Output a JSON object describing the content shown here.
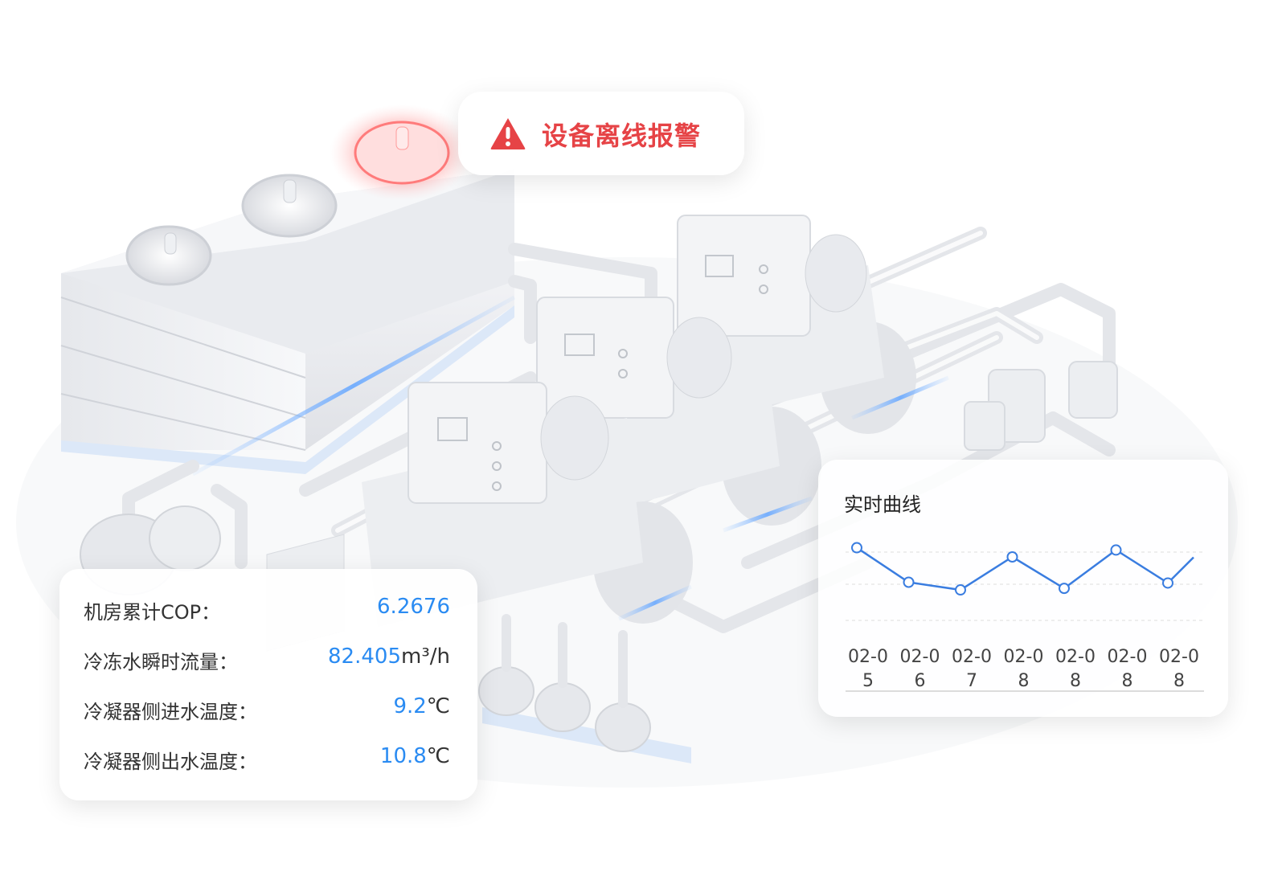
{
  "alert": {
    "icon": "warning-triangle-icon",
    "text": "设备离线报警",
    "color": "#e64346"
  },
  "stats": {
    "rows": [
      {
        "label": "机房累计COP：",
        "value": "6.2676",
        "unit": ""
      },
      {
        "label": "冷冻水瞬时流量：",
        "value": "82.405",
        "unit": "m³/h"
      },
      {
        "label": "冷凝器侧进水温度：",
        "value": "9.2",
        "unit": "℃"
      },
      {
        "label": "冷凝器侧出水温度：",
        "value": "10.8",
        "unit": "℃"
      }
    ],
    "value_color": "#2a8bf2"
  },
  "curve": {
    "title": "实时曲线",
    "chart_data": {
      "type": "line",
      "categories": [
        "02-05",
        "02-06",
        "02-07",
        "02-08",
        "02-08",
        "02-08",
        "02-08"
      ],
      "category_lines": [
        [
          "02-0",
          "5"
        ],
        [
          "02-0",
          "6"
        ],
        [
          "02-0",
          "7"
        ],
        [
          "02-0",
          "8"
        ],
        [
          "02-0",
          "8"
        ],
        [
          "02-0",
          "8"
        ],
        [
          "02-0",
          "8"
        ]
      ],
      "series": [
        {
          "values": [
            100,
            55,
            45,
            88,
            47,
            97,
            54
          ]
        }
      ],
      "extends_right": true,
      "ylim": [
        0,
        110
      ],
      "grid": true,
      "line_color": "#3a7de0"
    }
  }
}
